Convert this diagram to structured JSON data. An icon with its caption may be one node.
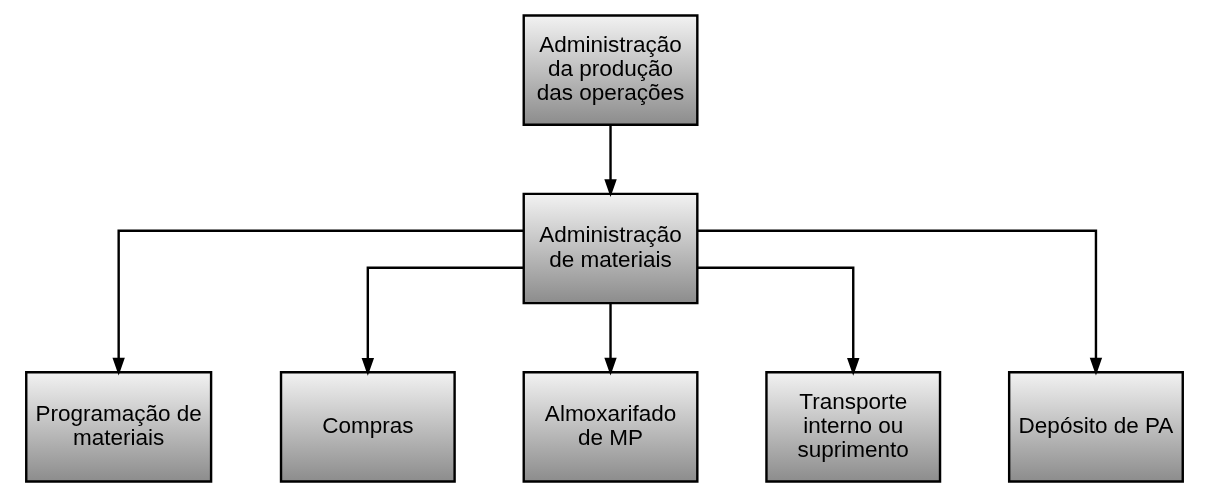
{
  "diagram": {
    "nodes": [
      {
        "text": [
          "Administração da produção das operações"
        ]
      },
      {
        "text": [
          "Administração de materiais"
        ]
      },
      {
        "text": [
          "Programação de materiais"
        ]
      },
      {
        "text": [
          "Compras"
        ]
      },
      {
        "text": [
          "Almoxarifado de MP"
        ]
      },
      {
        "text": [
          "Transporte interno ou suprimento"
        ]
      },
      {
        "text": [
          "Depósito de PA"
        ]
      }
    ],
    "edges": [
      {
        "from": 0,
        "to": 1,
        "arrow": "to"
      },
      {
        "from": 1,
        "to": 2,
        "arrow": "to"
      },
      {
        "from": 1,
        "to": 3,
        "arrow": "to"
      },
      {
        "from": 1,
        "to": 4,
        "arrow": "to"
      },
      {
        "from": 1,
        "to": 5,
        "arrow": "to"
      },
      {
        "from": 1,
        "to": 6,
        "arrow": "to"
      }
    ]
  }
}
